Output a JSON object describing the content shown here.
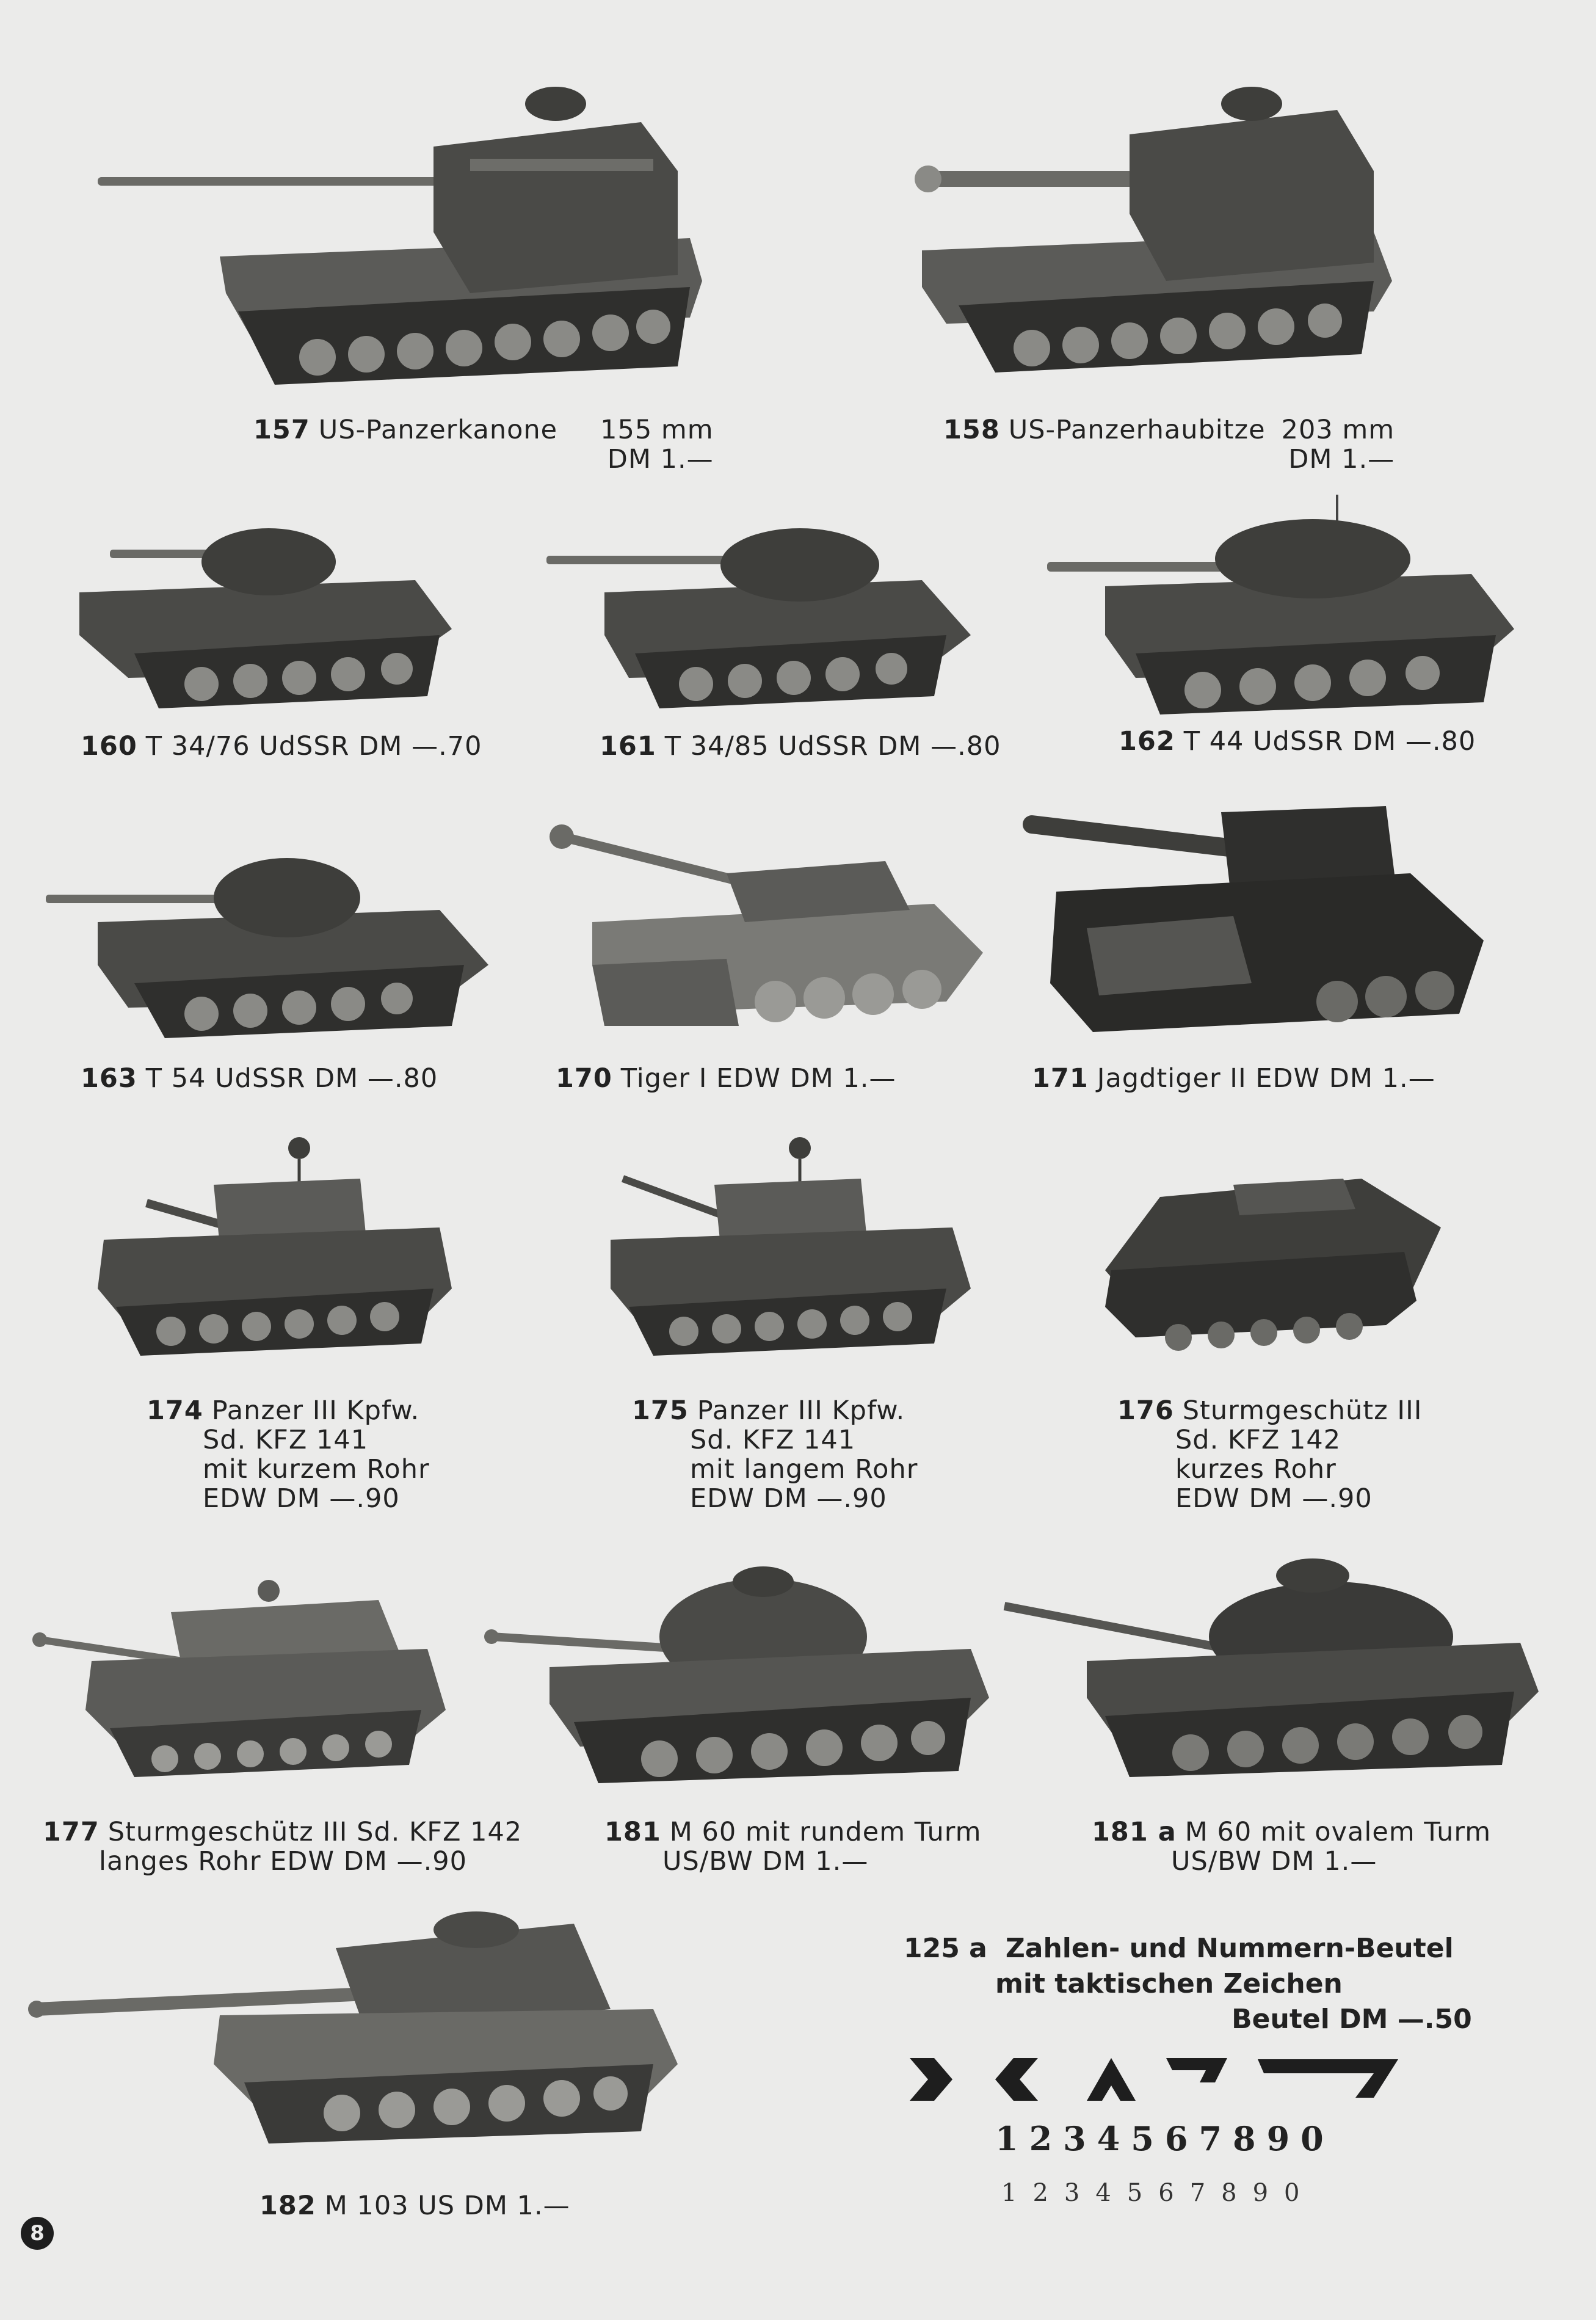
{
  "colors": {
    "paper": "#ebebea",
    "ink": "#222222",
    "tank_dark": "#3a3a38",
    "tank_mid": "#5b5b58",
    "tank_light": "#8a8a86"
  },
  "items": [
    {
      "num": "157",
      "lines": [
        "US-Panzerkanone",
        "155 mm",
        "DM 1.—"
      ]
    },
    {
      "num": "158",
      "lines": [
        "US-Panzerhaubitze",
        "203 mm",
        "DM 1.—"
      ]
    },
    {
      "num": "160",
      "lines": [
        "T 34/76 UdSSR DM —.70"
      ]
    },
    {
      "num": "161",
      "lines": [
        "T 34/85 UdSSR DM —.80"
      ]
    },
    {
      "num": "162",
      "lines": [
        "T 44 UdSSR DM —.80"
      ]
    },
    {
      "num": "163",
      "lines": [
        "T 54 UdSSR DM —.80"
      ]
    },
    {
      "num": "170",
      "lines": [
        "Tiger I EDW DM 1.—"
      ]
    },
    {
      "num": "171",
      "lines": [
        "Jagdtiger II EDW DM 1.—"
      ]
    },
    {
      "num": "174",
      "lines": [
        "Panzer III Kpfw.",
        "Sd. KFZ 141",
        "mit kurzem Rohr",
        "EDW DM —.90"
      ]
    },
    {
      "num": "175",
      "lines": [
        "Panzer III Kpfw.",
        "Sd. KFZ 141",
        "mit langem Rohr",
        "EDW DM —.90"
      ]
    },
    {
      "num": "176",
      "lines": [
        "Sturmgeschütz III",
        "Sd. KFZ 142",
        "kurzes Rohr",
        "EDW DM —.90"
      ]
    },
    {
      "num": "177",
      "lines": [
        "Sturmgeschütz III Sd. KFZ 142",
        "langes Rohr EDW DM —.90"
      ]
    },
    {
      "num": "181",
      "lines": [
        "M 60 mit rundem Turm",
        "US/BW DM 1.—"
      ]
    },
    {
      "num": "181 a",
      "lines": [
        "M 60 mit ovalem Turm",
        "US/BW DM 1.—"
      ]
    },
    {
      "num": "182",
      "lines": [
        "M 103 US DM 1.—"
      ]
    }
  ],
  "bag": {
    "num": "125 a",
    "line1": "Zahlen- und Nummern-Beutel",
    "line2": "mit taktischen Zeichen",
    "line3": "Beutel DM —.50",
    "digits_big": "1234567890",
    "digits_small": "1234567890",
    "symbols": [
      "chevron-right-icon",
      "chevron-left-icon",
      "chevron-up-icon",
      "corner-flag-icon",
      "long-flag-icon"
    ]
  },
  "page_number": "8"
}
